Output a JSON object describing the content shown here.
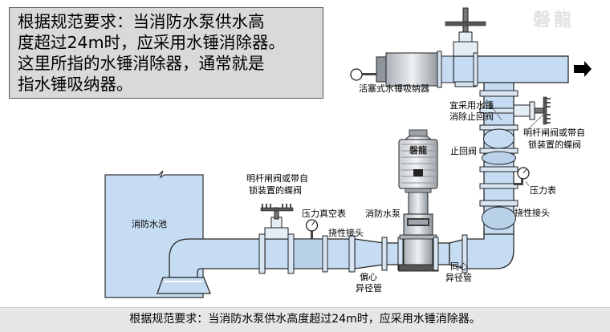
{
  "callout": {
    "lines": [
      "根据规范要求：当消防水泵供水高",
      "度超过24m时，应采用水锤消除器。",
      "这里所指的水锤消除器，通常就是",
      "指水锤吸纳器。"
    ]
  },
  "logo": "磐龍",
  "pump_logo": "磐龍",
  "labels": {
    "absorber": "活塞式水锤吸纳器",
    "check_valve_note_1": "宜采用水锤",
    "check_valve_note_2": "消除止回阀",
    "butterfly_right_1": "明杆闸阀或带自",
    "butterfly_right_2": "锁装置的蝶阀",
    "check_valve": "止回阀",
    "pressure_gauge": "压力表",
    "flex_right": "挠性接头",
    "butterfly_left_1": "明杆闸阀或带自",
    "butterfly_left_2": "锁装置的蝶阀",
    "vacuum_gauge": "压力真空表",
    "fire_pump": "消防水泵",
    "flex_left": "挠性接头",
    "tank": "消防水池",
    "eccentric_1": "偏心",
    "eccentric_2": "异径管",
    "concentric_1": "同心",
    "concentric_2": "异径管"
  },
  "footer": "根据规范要求：当消防水泵供水高度超过24m时，应采用水锤消除器。",
  "colors": {
    "pipe_fill": "#c5dcf2",
    "pipe_stroke": "#2a2a2a",
    "tank_fill": "#c5dcf2",
    "callout_bg": "#d9d9d9",
    "footer_bg": "#e6e6e6"
  }
}
